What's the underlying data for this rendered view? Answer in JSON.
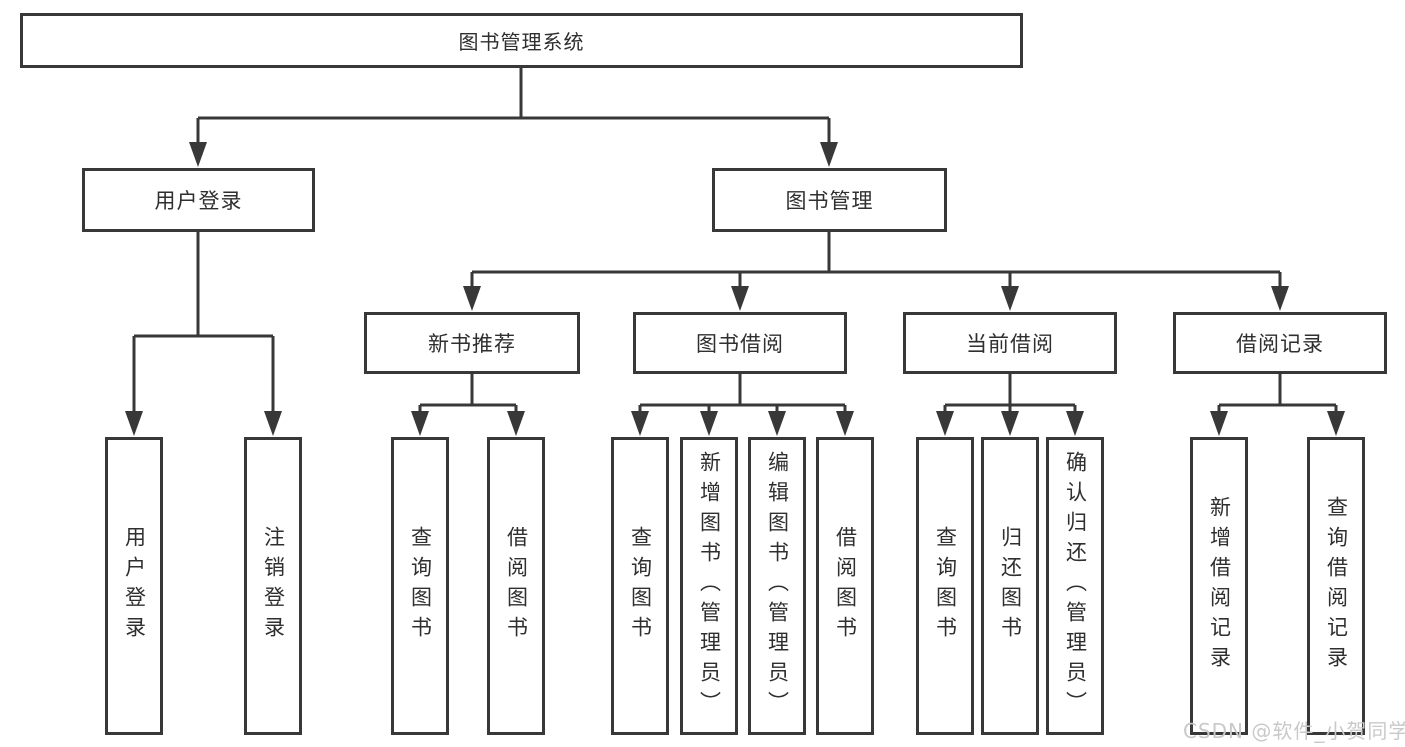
{
  "tree": {
    "root": {
      "label": "图书管理系统"
    },
    "branches": [
      {
        "label": "用户登录",
        "children": [
          {
            "label": "用户登录"
          },
          {
            "label": "注销登录"
          }
        ]
      },
      {
        "label": "图书管理",
        "children": [
          {
            "label": "新书推荐",
            "children": [
              {
                "label": "查询图书"
              },
              {
                "label": "借阅图书"
              }
            ]
          },
          {
            "label": "图书借阅",
            "children": [
              {
                "label": "查询图书"
              },
              {
                "label": "新增图书（管理员）"
              },
              {
                "label": "编辑图书（管理员）"
              },
              {
                "label": "借阅图书"
              }
            ]
          },
          {
            "label": "当前借阅",
            "children": [
              {
                "label": "查询图书"
              },
              {
                "label": "归还图书"
              },
              {
                "label": "确认归还（管理员）"
              }
            ]
          },
          {
            "label": "借阅记录",
            "children": [
              {
                "label": "新增借阅记录"
              },
              {
                "label": "查询借阅记录"
              }
            ]
          }
        ]
      }
    ]
  },
  "watermark": {
    "text": "CSDN @软件_小贺同学"
  },
  "colors": {
    "line": "#383838",
    "text": "#2f2f2f",
    "box_background": "#ffffff",
    "watermark": "#c9c9c9"
  }
}
